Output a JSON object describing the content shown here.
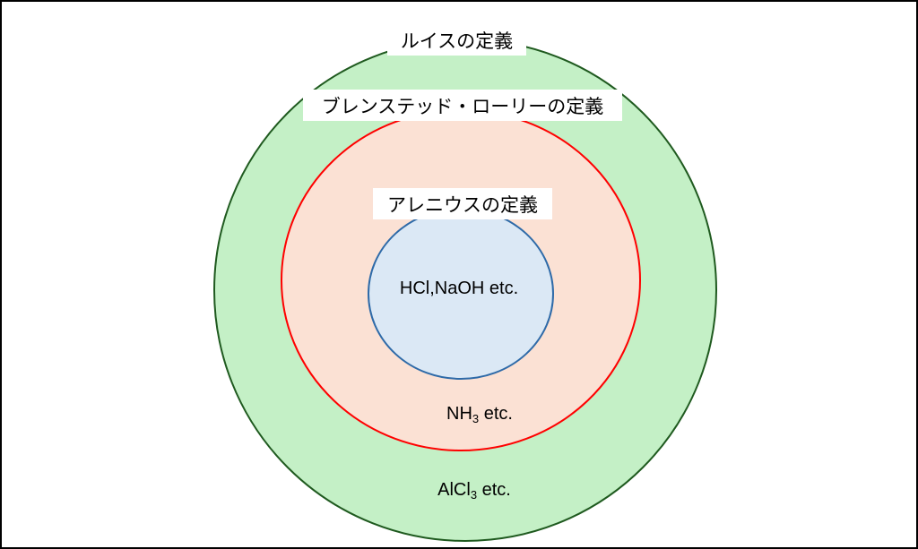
{
  "colors": {
    "lewis_fill": "#c4f0c6",
    "lewis_stroke": "#1f5a1f",
    "bronsted_fill": "#fbe1d4",
    "bronsted_stroke": "#ff0000",
    "arrhenius_fill": "#dbe8f5",
    "arrhenius_stroke": "#2e6aa8"
  },
  "labels": {
    "lewis": "ルイスの定義",
    "bronsted": "ブレンステッド・ローリーの定義",
    "arrhenius": "アレニウスの定義"
  },
  "examples": {
    "arrhenius": "HCl,NaOH etc.",
    "bronsted": {
      "prefix": "NH",
      "sub": "3",
      "suffix": " etc."
    },
    "lewis": {
      "prefix": "AlCl",
      "sub": "3",
      "suffix": " etc."
    }
  }
}
